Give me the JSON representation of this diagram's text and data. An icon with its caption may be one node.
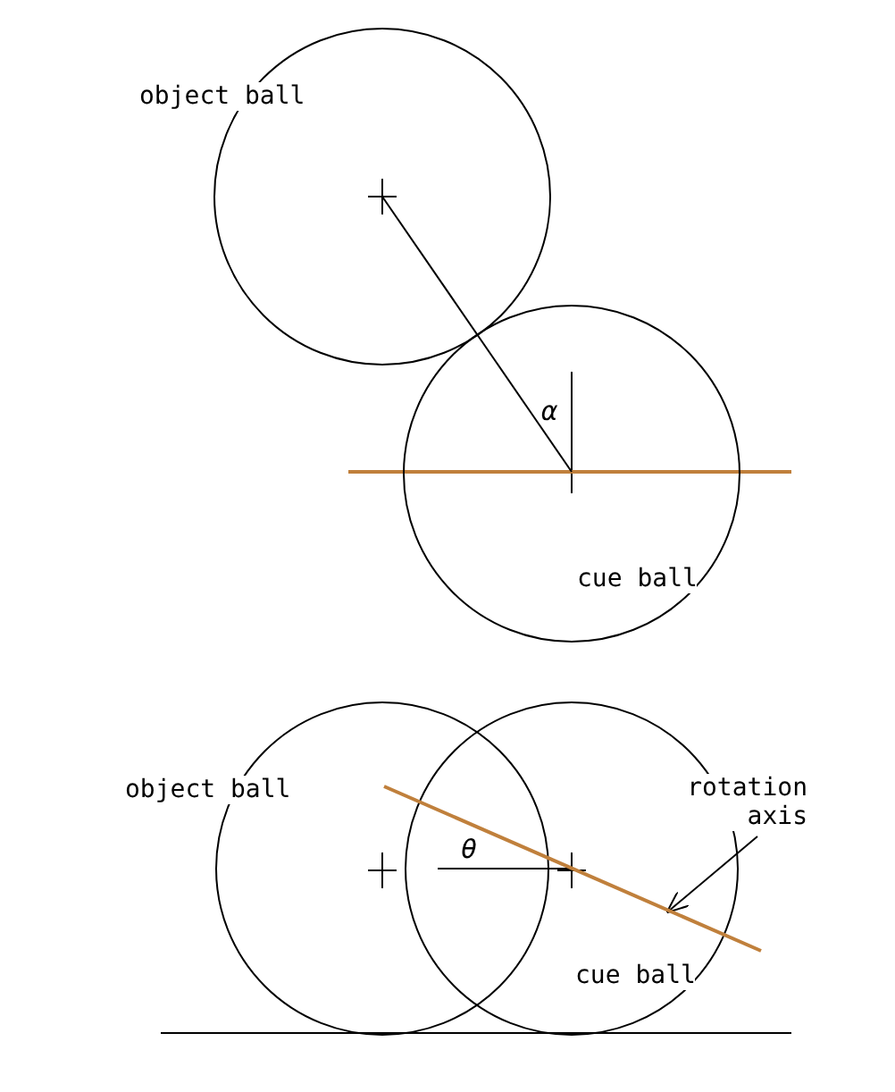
{
  "diagram": {
    "nodes": [
      {
        "text": [
          "object ball"
        ]
      },
      {
        "text": [
          "cue ball"
        ]
      },
      {
        "text": [
          "object ball"
        ]
      },
      {
        "text": [
          "cue ball"
        ]
      },
      {
        "text": [
          "rotation axis"
        ]
      },
      {
        "text": [],
        "shape": "bar"
      }
    ],
    "edges": [
      {
        "from": 0,
        "to": 1,
        "arrow": "none"
      },
      {
        "from": 4,
        "to": 5,
        "arrow": "to"
      }
    ],
    "labels": [
      "α",
      "θ"
    ]
  }
}
